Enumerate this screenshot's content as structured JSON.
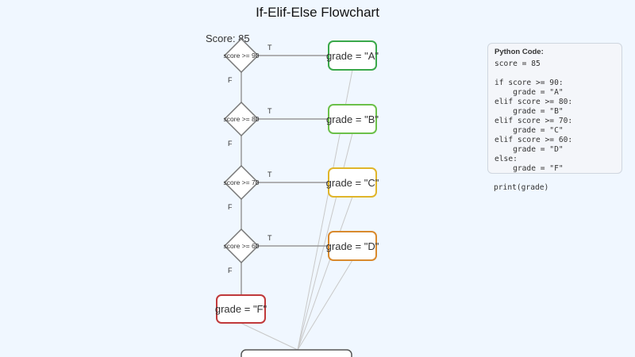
{
  "title": "If-Elif-Else Flowchart",
  "score_label": "Score: 85",
  "conditions": [
    {
      "text": "score >= 90",
      "true_label": "T",
      "false_label": "F"
    },
    {
      "text": "score >= 80",
      "true_label": "T",
      "false_label": "F"
    },
    {
      "text": "score >= 70",
      "true_label": "T",
      "false_label": "F"
    },
    {
      "text": "score >= 60",
      "true_label": "T",
      "false_label": "F"
    }
  ],
  "outcomes": [
    {
      "text": "grade = \"A\"",
      "color": "#3aa84a"
    },
    {
      "text": "grade = \"B\"",
      "color": "#6cc04a"
    },
    {
      "text": "grade = \"C\"",
      "color": "#e0b52a"
    },
    {
      "text": "grade = \"D\"",
      "color": "#d98a2e"
    }
  ],
  "else_outcome": {
    "text": "grade = \"F\"",
    "color": "#c0393b"
  },
  "code_panel": {
    "title": "Python Code:",
    "lines": "score = 85\n\nif score >= 90:\n    grade = \"A\"\nelif score >= 80:\n    grade = \"B\"\nelif score >= 70:\n    grade = \"C\"\nelif score >= 60:\n    grade = \"D\"\nelse:\n    grade = \"F\"",
    "tail": "print(grade)"
  }
}
